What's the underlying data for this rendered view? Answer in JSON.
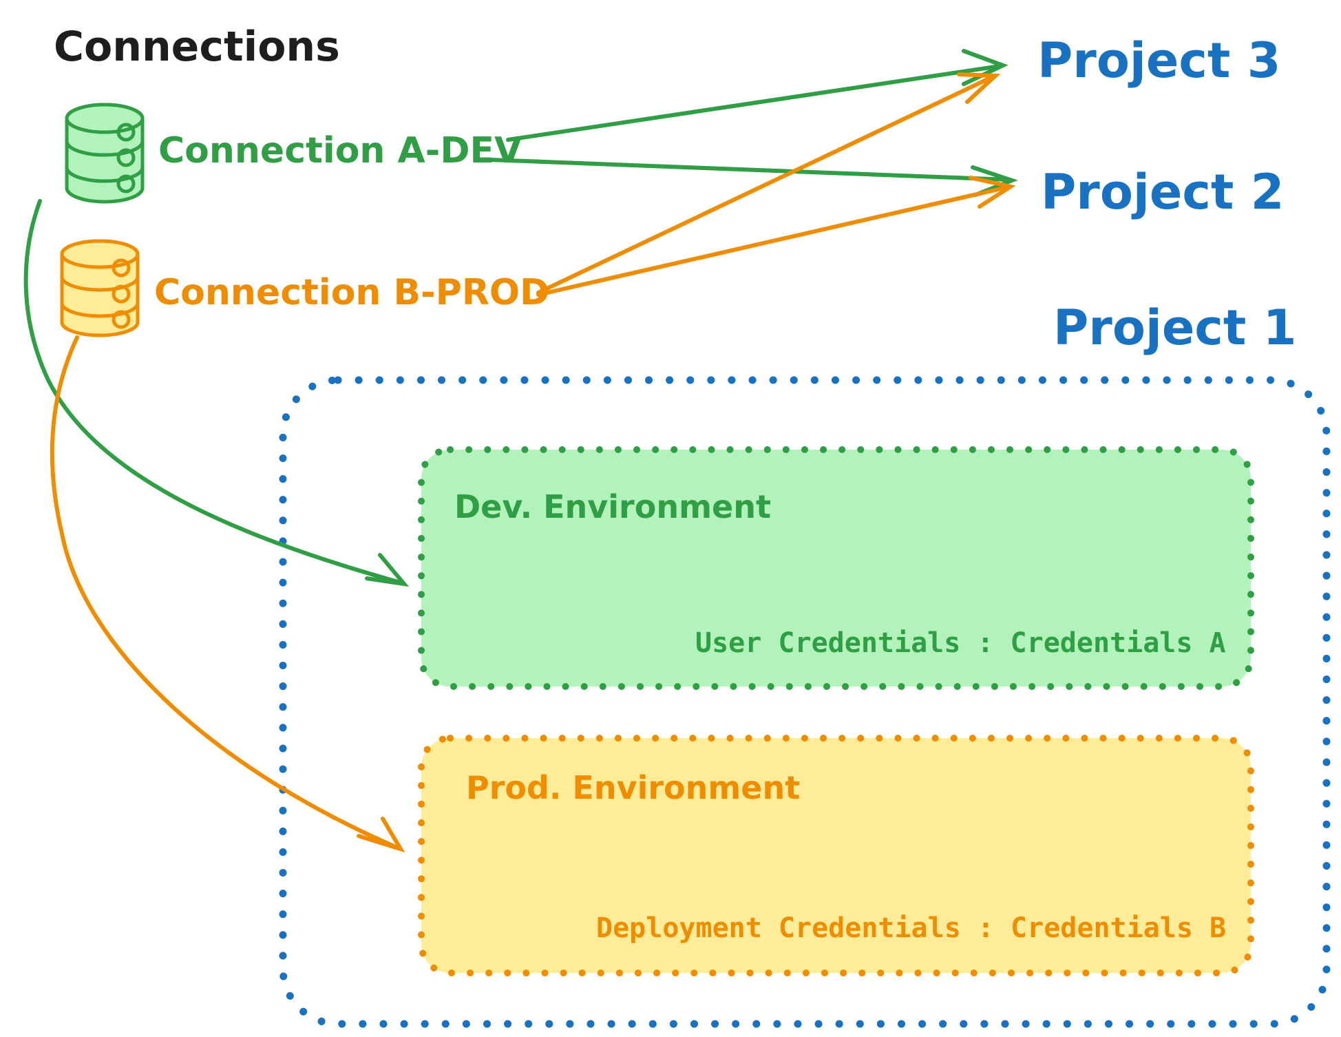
{
  "title": "Connections",
  "colors": {
    "ink": "#1e1e1e",
    "green_stroke": "#2f9e44",
    "green_fill": "#b2f2bb",
    "orange_stroke": "#f08c00",
    "orange_fill": "#ffec99",
    "blue": "#1971c2"
  },
  "connections": [
    {
      "id": "a-dev",
      "label": "Connection A-DEV"
    },
    {
      "id": "b-prod",
      "label": "Connection B-PROD"
    }
  ],
  "projects": [
    {
      "label": "Project 3"
    },
    {
      "label": "Project 2"
    },
    {
      "label": "Project 1"
    }
  ],
  "project1": {
    "environments": [
      {
        "id": "dev",
        "label": "Dev. Environment",
        "credentials": "User Credentials : Credentials A"
      },
      {
        "id": "prod",
        "label": "Prod. Environment",
        "credentials": "Deployment Credentials : Credentials B"
      }
    ]
  }
}
